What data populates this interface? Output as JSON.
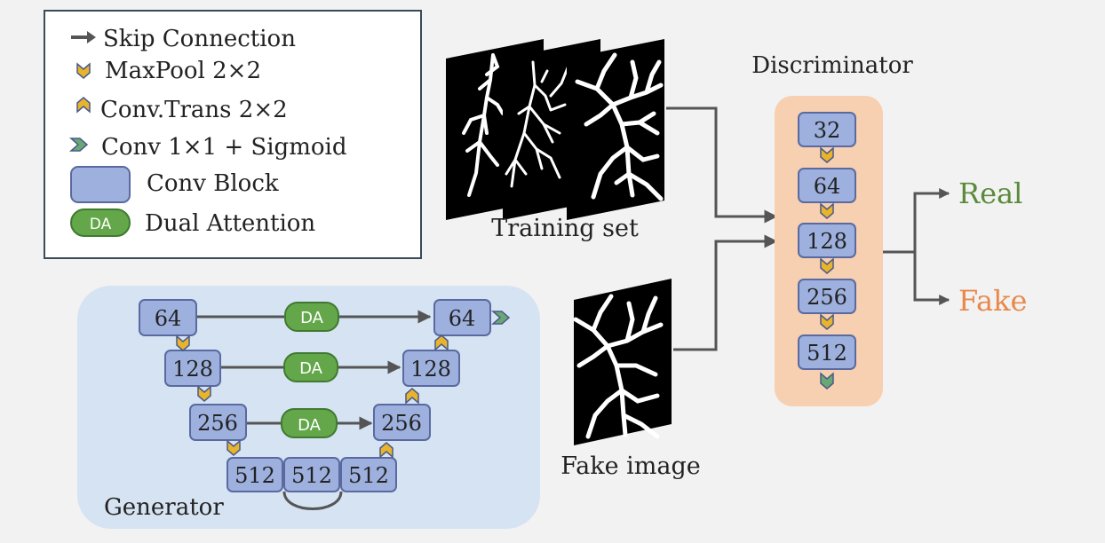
{
  "legend": {
    "skip": "Skip Connection",
    "maxpool": "MaxPool 2×2",
    "convtrans": "Conv.Trans 2×2",
    "conv1x1": "Conv 1×1 + Sigmoid",
    "convblock": "Conv Block",
    "da_badge": "DA",
    "dual_attention": "Dual Attention"
  },
  "generator": {
    "title": "Generator",
    "enc1": "64",
    "enc2": "128",
    "enc3": "256",
    "bott1": "512",
    "bott2": "512",
    "bott3": "512",
    "dec3": "256",
    "dec2": "128",
    "dec1": "64",
    "da1": "DA",
    "da2": "DA",
    "da3": "DA"
  },
  "discriminator": {
    "title": "Discriminator",
    "blocks": [
      "32",
      "64",
      "128",
      "256",
      "512"
    ]
  },
  "labels": {
    "training_set": "Training set",
    "fake_image": "Fake image",
    "real": "Real",
    "fake": "Fake"
  },
  "colors": {
    "block_fill": "#9db0de",
    "block_stroke": "#5a6aa0",
    "da_fill": "#63a74a",
    "generator_bg": "#d6e3f2",
    "discriminator_bg": "#f7cfb1",
    "arrow": "#555555",
    "maxpool_chevron": "#e8b42c",
    "conv1x1_chevron": "#6aa873",
    "real_text": "#5a8a3a",
    "fake_text": "#e8884a"
  }
}
